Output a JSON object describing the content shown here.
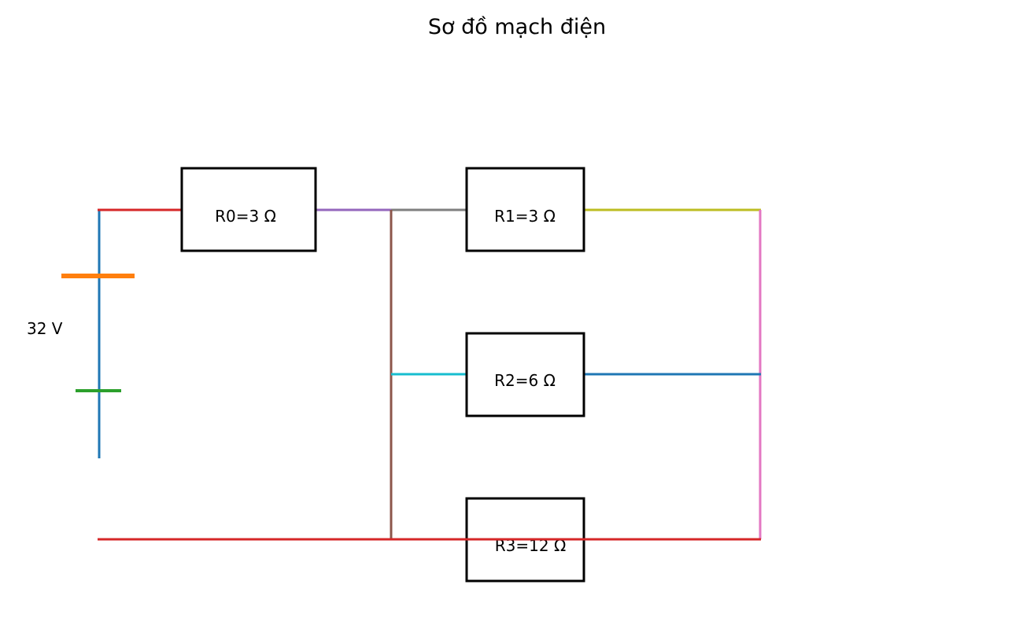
{
  "title": "Sơ đồ mạch điện",
  "battery": {
    "voltage_label": "32 V"
  },
  "resistors": [
    {
      "name": "R0",
      "label": "R0=3 Ω"
    },
    {
      "name": "R1",
      "label": "R1=3 Ω"
    },
    {
      "name": "R2",
      "label": "R2=6 Ω"
    },
    {
      "name": "R3",
      "label": "R3=12 Ω"
    }
  ],
  "colors": {
    "battery_lead": "#1f77b4",
    "battery_long_plate": "#ff7f0e",
    "battery_short_plate": "#2ca02c",
    "wire_r0_in": "#d62728",
    "wire_r0_out": "#9467bd",
    "bus_left": "#8c564b",
    "wire_r1_in": "#7f7f7f",
    "wire_r1_out": "#bcbd22",
    "bus_right": "#e377c2",
    "wire_r2_in": "#17becf",
    "wire_r2_out": "#1f77b4",
    "wire_return": "#d62728"
  }
}
